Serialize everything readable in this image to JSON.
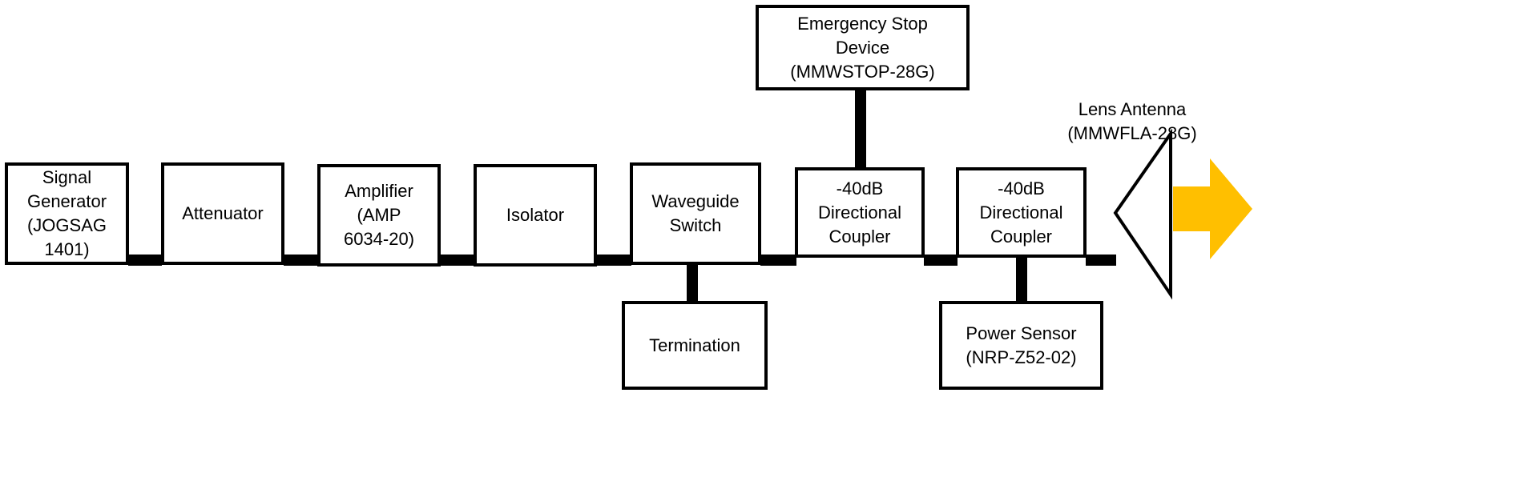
{
  "colors": {
    "line": "#000000",
    "box_border": "#000000",
    "box_fill": "#ffffff",
    "arrow": "#ffbf00"
  },
  "blocks": {
    "signal_generator": "Signal\nGenerator\n(JOGSAG\n1401)",
    "attenuator": "Attenuator",
    "amplifier": "Amplifier\n(AMP\n6034-20)",
    "isolator": "Isolator",
    "waveguide_switch": "Waveguide\nSwitch",
    "termination": "Termination",
    "coupler_1": "-40dB\nDirectional\nCoupler",
    "emergency_stop": "Emergency Stop\nDevice\n(MMWSTOP-28G)",
    "coupler_2": "-40dB\nDirectional\nCoupler",
    "power_sensor": "Power Sensor\n(NRP-Z52-02)",
    "lens_antenna": "Lens Antenna\n(MMWFLA-28G)"
  },
  "icons": {
    "antenna": "horn-antenna-icon",
    "output": "radiation-arrow-icon"
  }
}
